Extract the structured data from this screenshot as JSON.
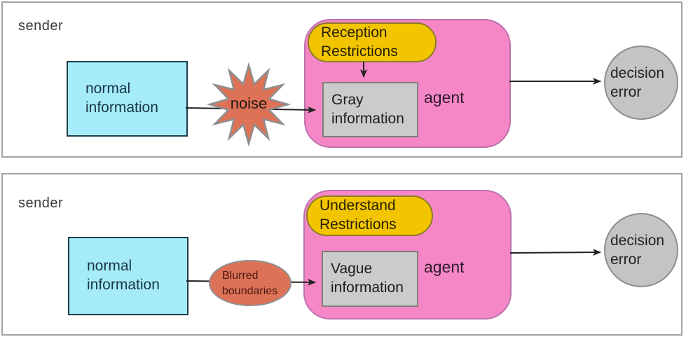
{
  "colors": {
    "panel_border": "#a3a3a3",
    "source_fill": "#a6ebfa",
    "source_border": "#1f3d4a",
    "disturbance_fill": "#de7257",
    "disturbance_border": "#8f8f8f",
    "agent_fill": "#f687c6",
    "agent_border": "#bb72ae",
    "restriction_fill": "#f2c500",
    "restriction_border": "#8d7c26",
    "inner_fill": "#cbcbcb",
    "inner_border": "#7e7e7e",
    "result_fill": "#c4c4c4",
    "result_border": "#8e8e8e",
    "arrow": "#222222"
  },
  "panels": [
    {
      "sender": "sender",
      "source": "normal information",
      "disturbance": "noise",
      "restriction": "Reception Restrictions",
      "inner": "Gray information",
      "agent": "agent",
      "result": "decision error"
    },
    {
      "sender": "sender",
      "source": "normal information",
      "disturbance": "Blurred boundaries",
      "restriction": "Understand Restrictions",
      "inner": "Vague information",
      "agent": "agent",
      "result": "decision error"
    }
  ]
}
